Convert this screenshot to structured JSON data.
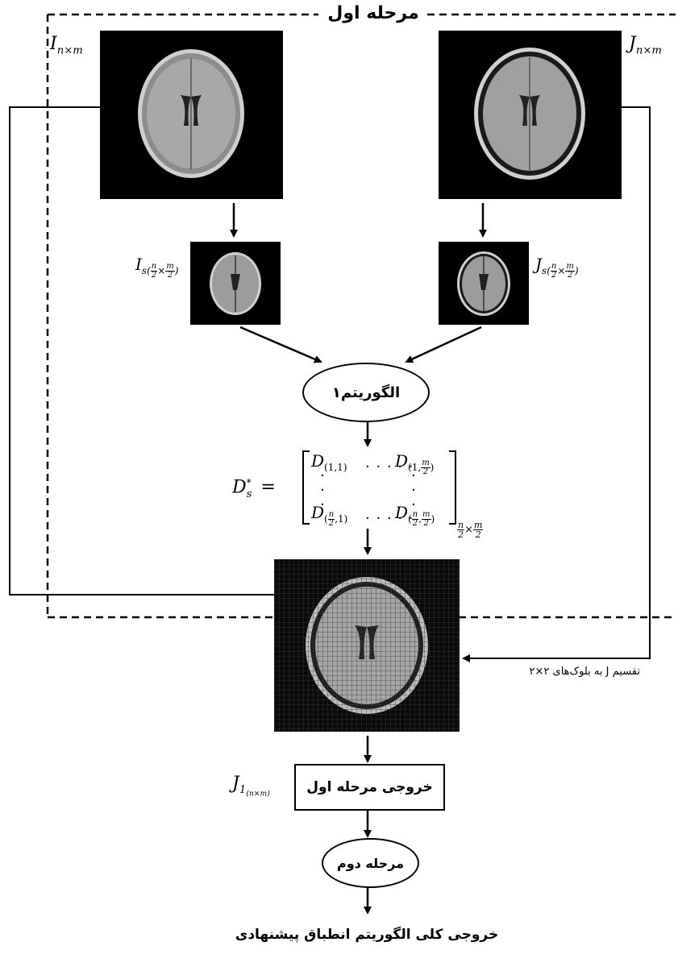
{
  "stage1_label": "مرحله اول",
  "I_label": "I",
  "I_sub": "n×m",
  "J_label": "J",
  "J_sub": "n×m",
  "Is_label": "I",
  "Is_sub": "s",
  "Js_label": "J",
  "Js_sub": "s",
  "frac_n": "n",
  "frac_m": "m",
  "frac_2": "2",
  "algorithm1_label": "الگوریتم۱",
  "Ds_label": "D",
  "Ds_sub": "s",
  "Ds_sup": "*",
  "equals": "=",
  "matrix": {
    "d11": "D",
    "d11_sub": "(1,1)",
    "d1m_sub": "(1,",
    "dots_h": ". . . . .",
    "dn1_sub_pre": "(",
    "dn1_sub_post": ",1)",
    "dnm_sub_pre": "(",
    "dnm_sub_post": ")"
  },
  "matrix_size_sub": "×",
  "split_label": "تقسیم J به بلوک‌های ۲×۲",
  "J1_label": "J",
  "J1_sub": "1",
  "J1_subsub": "(n×m)",
  "stage1_output_label": "خروجی مرحله اول",
  "stage2_label": "مرحله دوم",
  "final_output_label": "خروجی کلی الگوریتم انطباق پیشنهادی",
  "colors": {
    "line": "#000000",
    "background": "#ffffff",
    "image_bg": "#000000",
    "brain_gray": "#9a9a9a"
  }
}
